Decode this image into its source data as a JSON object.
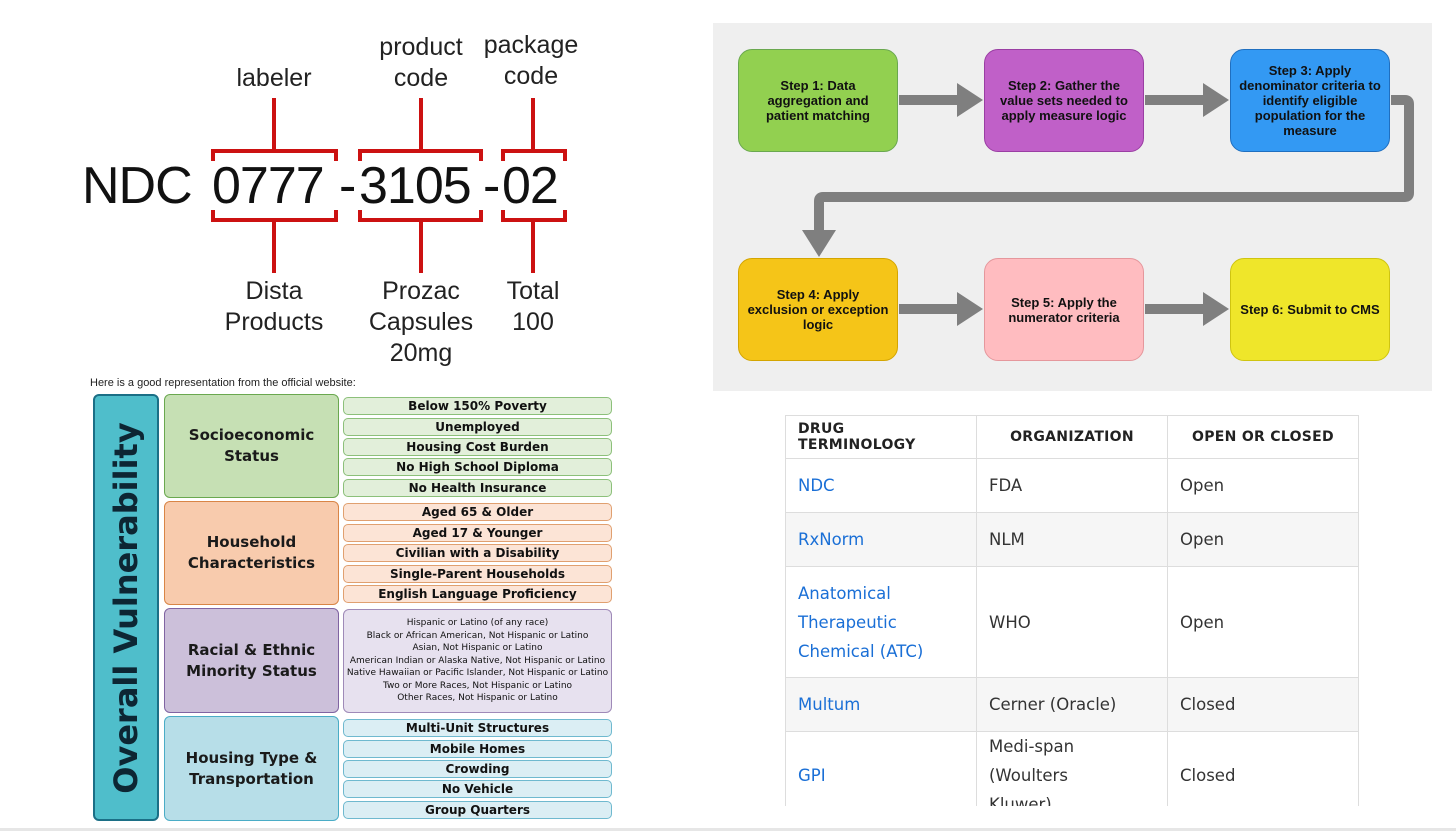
{
  "ndc": {
    "prefix": "NDC",
    "labeler_code": "0777",
    "product_code": "3105",
    "package_code": "02",
    "separator": "-",
    "top_labels": {
      "labeler": "labeler",
      "product_line1": "product",
      "product_line2": "code",
      "package_line1": "package",
      "package_line2": "code"
    },
    "bottom_labels": {
      "labeler_line1": "Dista",
      "labeler_line2": "Products",
      "product_line1": "Prozac",
      "product_line2": "Capsules",
      "product_line3": "20mg",
      "package_line1": "Total",
      "package_line2": "100"
    },
    "bracket_color": "#cc1111"
  },
  "flowchart": {
    "steps": [
      {
        "label": "Step 1: Data aggregation and patient matching",
        "color": "#92d050"
      },
      {
        "label": "Step 2: Gather the value sets needed to apply measure logic",
        "color": "#c060c8"
      },
      {
        "label": "Step 3: Apply denominator criteria to identify eligible population for the measure",
        "color": "#3399f3"
      },
      {
        "label": "Step 4: Apply exclusion or exception logic",
        "color": "#f5c518"
      },
      {
        "label": "Step 5: Apply the numerator criteria",
        "color": "#ffbcc0"
      },
      {
        "label": "Step 6: Submit to CMS",
        "color": "#efe62a"
      }
    ],
    "arrow_color": "#7f7f7f",
    "background": "#efefef"
  },
  "svi": {
    "caption": "Here is a good representation from the official website:",
    "overall": "Overall Vulnerability",
    "themes": [
      {
        "name_line1": "Socioeconomic",
        "name_line2": "Status",
        "fill": "#c6e0b4",
        "border": "#6aa84f",
        "var_fill": "#e2efda",
        "var_border": "#8cc07a",
        "variables": [
          "Below 150% Poverty",
          "Unemployed",
          "Housing Cost Burden",
          "No High School Diploma",
          "No Health Insurance"
        ]
      },
      {
        "name_line1": "Household",
        "name_line2": "Characteristics",
        "fill": "#f8cbad",
        "border": "#d98546",
        "var_fill": "#fce4d6",
        "var_border": "#e0a070",
        "variables": [
          "Aged 65 & Older",
          "Aged 17 & Younger",
          "Civilian with a Disability",
          "Single-Parent Households",
          "English Language Proficiency"
        ]
      },
      {
        "name_line1": "Racial & Ethnic",
        "name_line2": "Minority Status",
        "fill": "#ccc0da",
        "border": "#8064a2",
        "var_fill": "#e7e1ef",
        "var_border": "#9f8ab8",
        "variables": [
          "Hispanic or Latino (of any race)",
          "Black or African American, Not Hispanic or Latino",
          "Asian, Not Hispanic or Latino",
          "American Indian or Alaska Native, Not Hispanic or Latino",
          "Native Hawaiian or Pacific Islander, Not Hispanic or Latino",
          "Two or More Races, Not Hispanic or Latino",
          "Other Races, Not Hispanic or Latino"
        ]
      },
      {
        "name_line1": "Housing Type &",
        "name_line2": "Transportation",
        "fill": "#b7dee8",
        "border": "#4aacc6",
        "var_fill": "#dbeef4",
        "var_border": "#6fb9cf",
        "variables": [
          "Multi-Unit Structures",
          "Mobile Homes",
          "Crowding",
          "No Vehicle",
          "Group Quarters"
        ]
      }
    ]
  },
  "table": {
    "headers": [
      "DRUG TERMINOLOGY",
      "ORGANIZATION",
      "OPEN OR CLOSED"
    ],
    "rows": [
      {
        "term": "NDC",
        "org": "FDA",
        "status": "Open"
      },
      {
        "term": "RxNorm",
        "org": "NLM",
        "status": "Open"
      },
      {
        "term_line1": "Anatomical",
        "term_line2": "Therapeutic",
        "term_line3": "Chemical (ATC)",
        "org": "WHO",
        "status": "Open"
      },
      {
        "term": "Multum",
        "org": "Cerner (Oracle)",
        "status": "Closed"
      },
      {
        "term": "GPI",
        "org_line1": "Medi-span (Woulters",
        "org_line2": "Kluwer)",
        "status": "Closed"
      }
    ],
    "link_color": "#1a6fd6"
  }
}
